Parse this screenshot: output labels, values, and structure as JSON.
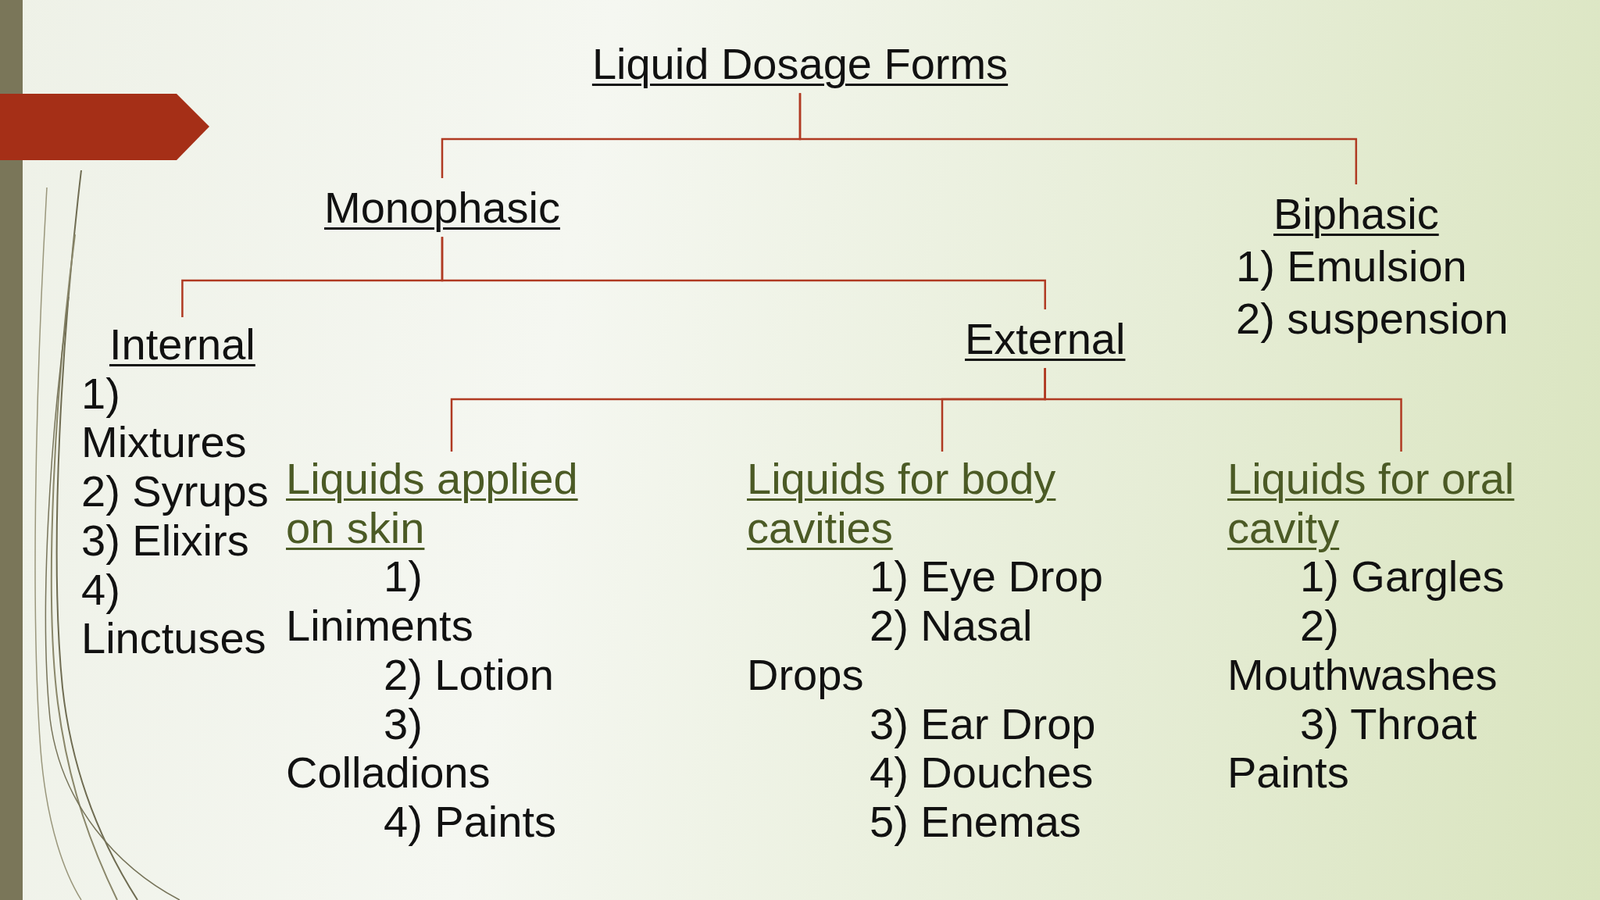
{
  "diagram": {
    "nodes": [
      {
        "text": [
          "Liquid Dosage Forms"
        ]
      },
      {
        "text": [
          "Monophasic"
        ]
      },
      {
        "text": [
          "Biphasic",
          "1) Emulsion",
          "2) suspension"
        ]
      },
      {
        "text": [
          "Internal",
          "1) Mixtures",
          "2) Syrups",
          "3) Elixirs",
          "4) Linctuses"
        ]
      },
      {
        "text": [
          "External"
        ]
      },
      {
        "text": [
          "Liquids applied on skin",
          "1) Liniments",
          "2) Lotion",
          "3) Colladions",
          "4) Paints"
        ]
      },
      {
        "text": [
          "Liquids for body cavities",
          "1) Eye Drop",
          "2) Nasal Drops",
          "3) Ear Drop",
          "4) Douches",
          "5) Enemas"
        ]
      },
      {
        "text": [
          "Liquids for oral cavity",
          "1) Gargles",
          "2) Mouthwashes",
          "3) Throat Paints"
        ]
      }
    ],
    "edges": [
      {
        "from": 0,
        "to": 1,
        "arrow": "none"
      },
      {
        "from": 0,
        "to": 2,
        "arrow": "none"
      },
      {
        "from": 1,
        "to": 3,
        "arrow": "none"
      },
      {
        "from": 1,
        "to": 4,
        "arrow": "none"
      },
      {
        "from": 4,
        "to": 5,
        "arrow": "none"
      },
      {
        "from": 4,
        "to": 6,
        "arrow": "none"
      },
      {
        "from": 4,
        "to": 7,
        "arrow": "none"
      }
    ]
  }
}
